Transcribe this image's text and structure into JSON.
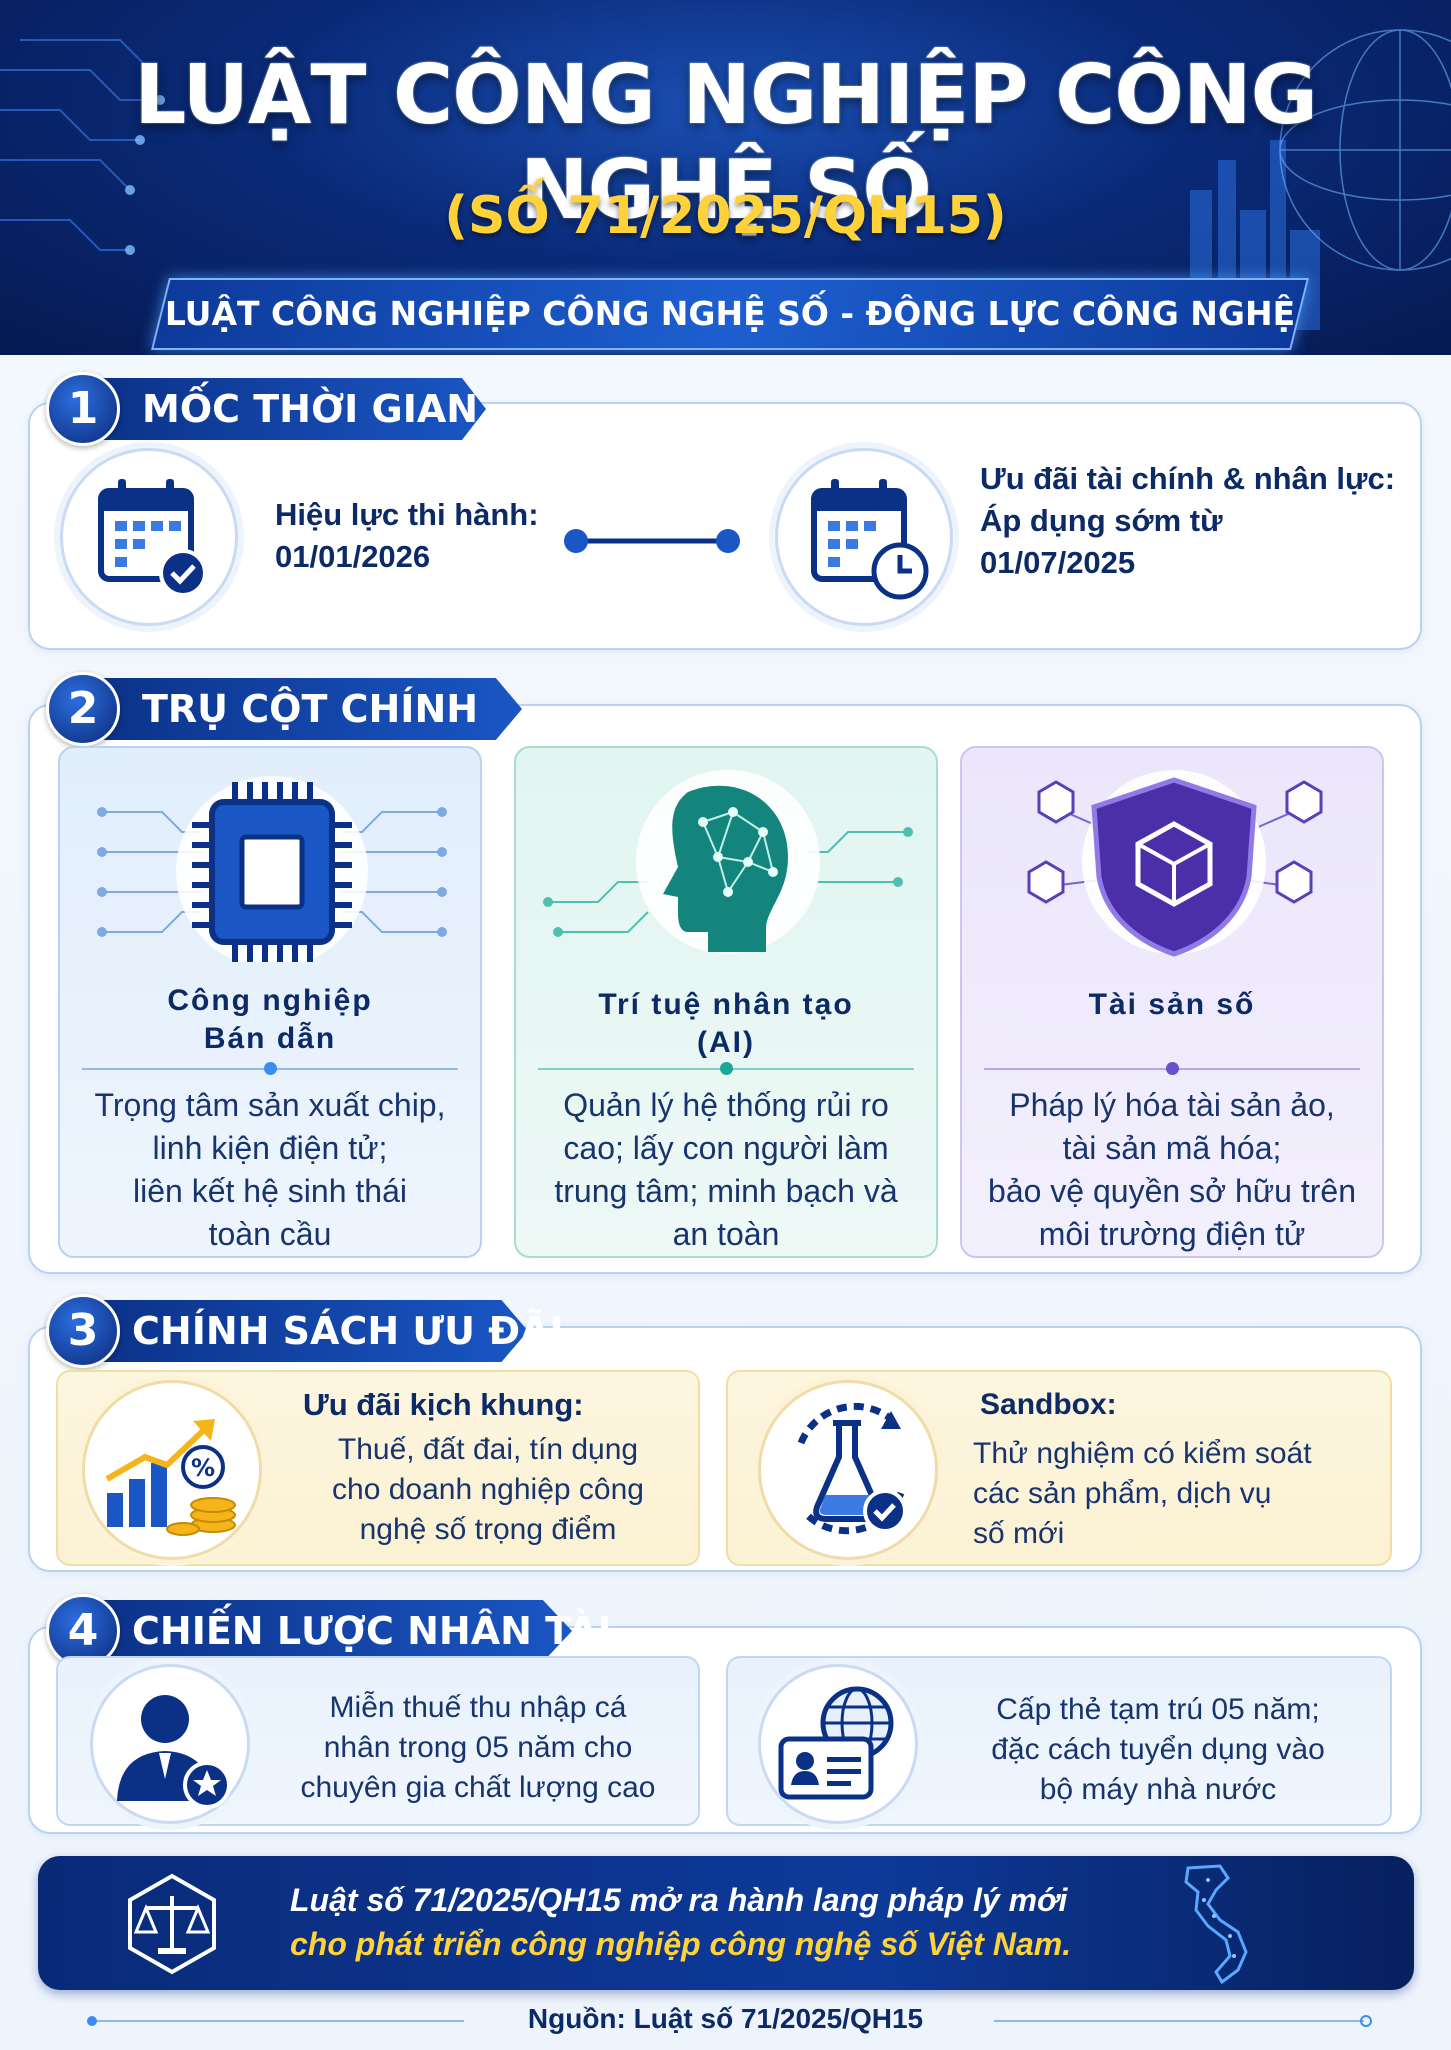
{
  "header": {
    "title": "LUẬT CÔNG NGHIỆP CÔNG NGHỆ SỐ",
    "subtitle": "(SỐ 71/2025/QH15)",
    "tagline": "LUẬT CÔNG NGHIỆP CÔNG NGHỆ SỐ - ĐỘNG LỰC CÔNG NGHỆ MỚI"
  },
  "sections": [
    {
      "number": "1",
      "label": "MỐC THỜI GIAN"
    },
    {
      "number": "2",
      "label": "TRỤ CỘT CHÍNH"
    },
    {
      "number": "3",
      "label": "CHÍNH SÁCH ƯU ĐÃI"
    },
    {
      "number": "4",
      "label": "CHIẾN LƯỢC NHÂN TÀI"
    }
  ],
  "timeline": {
    "left": {
      "line1": "Hiệu lực thi hành:",
      "line2": "01/01/2026"
    },
    "right": {
      "line1": "Ưu đãi tài chính & nhân lực:",
      "line2": "Áp dụng sớm từ",
      "line3": "01/07/2025"
    }
  },
  "pillars": [
    {
      "title1": "Công nghiệp",
      "title2": "Bán dẫn",
      "desc": [
        "Trọng tâm sản xuất chip,",
        "linh kiện điện tử;",
        "liên kết hệ sinh thái",
        "toàn cầu"
      ]
    },
    {
      "title1": "Trí tuệ nhân tạo",
      "title2": "(AI)",
      "desc": [
        "Quản lý hệ thống rủi ro",
        "cao; lấy con người làm",
        "trung tâm; minh bạch và",
        "an toàn"
      ]
    },
    {
      "title1": "Tài sản số",
      "title2": "",
      "desc": [
        "Pháp lý hóa tài sản ảo,",
        "tài sản mã hóa;",
        "bảo vệ quyền sở hữu trên",
        "môi trường điện tử"
      ]
    }
  ],
  "incentives": [
    {
      "heading": "Ưu đãi kịch khung:",
      "desc": [
        "Thuế, đất đai, tín dụng",
        "cho doanh nghiệp công",
        "nghệ số trọng điểm"
      ]
    },
    {
      "heading": "Sandbox:",
      "desc": [
        "Thử nghiệm có kiểm soát",
        "các sản phẩm, dịch vụ",
        "số mới"
      ]
    }
  ],
  "talent": [
    {
      "desc": [
        "Miễn thuế thu nhập cá",
        "nhân trong 05 năm cho",
        "chuyên gia chất lượng cao"
      ]
    },
    {
      "desc": [
        "Cấp thẻ tạm trú 05 năm;",
        "đặc cách tuyển dụng vào",
        "bộ máy nhà nước"
      ]
    }
  ],
  "footer": {
    "line1": "Luật số 71/2025/QH15 mở ra hành lang pháp lý mới",
    "line2": "cho phát triển công nghiệp công nghệ số Việt Nam."
  },
  "source": "Nguồn: Luật số 71/2025/QH15",
  "colors": {
    "navy": "#0b2a66",
    "royal": "#1a56c4",
    "gold": "#ffd23a",
    "teal": "#1aa79a",
    "purple": "#5b3fb8"
  },
  "icons": [
    "calendar-check-icon",
    "calendar-clock-icon",
    "chip-icon",
    "ai-head-icon",
    "shield-cube-icon",
    "growth-chart-icon",
    "flask-check-icon",
    "expert-star-icon",
    "id-card-globe-icon",
    "scales-icon",
    "vietnam-map-icon"
  ]
}
